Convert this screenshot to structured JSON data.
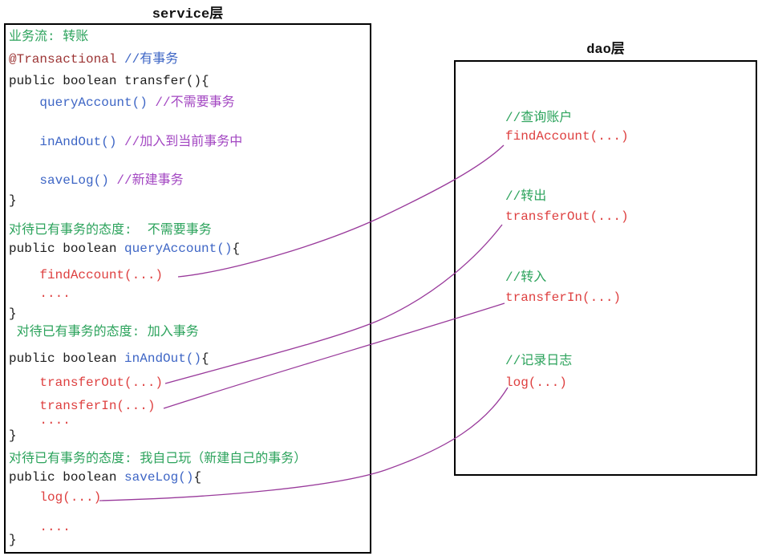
{
  "diagram": {
    "colors": {
      "green": "#2ca35c",
      "red": "#de4040",
      "darkred": "#9c3434",
      "blue": "#3d65c5",
      "purple": "#a347c2",
      "black": "#1c1c1c",
      "connector": "#993a9b"
    },
    "service_box": {
      "title": "service层",
      "lines": [
        {
          "segments": [
            {
              "text": "业务流: 转账",
              "role": "green"
            }
          ]
        },
        {
          "segments": [
            {
              "text": "@Transactional",
              "role": "darkred"
            },
            {
              "text": " //有事务",
              "role": "blue"
            }
          ]
        },
        {
          "segments": [
            {
              "text": "public boolean transfer(){",
              "role": "black"
            }
          ]
        },
        {
          "segments": [
            {
              "text": "    queryAccount()",
              "role": "blue"
            },
            {
              "text": " //不需要事务",
              "role": "purple"
            }
          ]
        },
        {
          "segments": [
            {
              "text": "    inAndOut()",
              "role": "blue"
            },
            {
              "text": " //加入到当前事务中",
              "role": "purple"
            }
          ]
        },
        {
          "segments": [
            {
              "text": "    saveLog()",
              "role": "blue"
            },
            {
              "text": " //新建事务",
              "role": "purple"
            }
          ]
        },
        {
          "segments": [
            {
              "text": "}",
              "role": "black"
            }
          ]
        },
        {
          "segments": [
            {
              "text": "对待已有事务的态度:  不需要事务",
              "role": "green"
            }
          ]
        },
        {
          "segments": [
            {
              "text": "public boolean ",
              "role": "black"
            },
            {
              "text": "queryAccount()",
              "role": "blue"
            },
            {
              "text": "{",
              "role": "black"
            }
          ]
        },
        {
          "segments": [
            {
              "text": "    findAccount(...)",
              "role": "red"
            }
          ]
        },
        {
          "segments": [
            {
              "text": "    ....",
              "role": "red"
            }
          ]
        },
        {
          "segments": [
            {
              "text": "}",
              "role": "black"
            }
          ]
        },
        {
          "segments": [
            {
              "text": " 对待已有事务的态度: 加入事务",
              "role": "green"
            }
          ]
        },
        {
          "segments": [
            {
              "text": "public boolean ",
              "role": "black"
            },
            {
              "text": "inAndOut()",
              "role": "blue"
            },
            {
              "text": "{",
              "role": "black"
            }
          ]
        },
        {
          "segments": [
            {
              "text": "    transferOut(...)",
              "role": "red"
            }
          ]
        },
        {
          "segments": [
            {
              "text": "    transferIn(...)",
              "role": "red"
            }
          ]
        },
        {
          "segments": [
            {
              "text": "    ....",
              "role": "red"
            }
          ]
        },
        {
          "segments": [
            {
              "text": "}",
              "role": "black"
            }
          ]
        },
        {
          "segments": [
            {
              "text": "对待已有事务的态度: 我自己玩（新建自己的事务）",
              "role": "green"
            }
          ]
        },
        {
          "segments": [
            {
              "text": "public boolean ",
              "role": "black"
            },
            {
              "text": "saveLog()",
              "role": "blue"
            },
            {
              "text": "{",
              "role": "black"
            }
          ]
        },
        {
          "segments": [
            {
              "text": "    log(...)",
              "role": "red"
            }
          ]
        },
        {
          "segments": [
            {
              "text": "    ....",
              "role": "red"
            }
          ]
        },
        {
          "segments": [
            {
              "text": "}",
              "role": "black"
            }
          ]
        }
      ]
    },
    "dao_box": {
      "title": "dao层",
      "items": [
        {
          "comment": "//查询账户",
          "method": "findAccount(...)"
        },
        {
          "comment": "//转出",
          "method": "transferOut(...)"
        },
        {
          "comment": "//转入",
          "method": "transferIn(...)"
        },
        {
          "comment": "//记录日志",
          "method": "log(...)"
        }
      ]
    },
    "connectors": [
      {
        "from": "service.findAccount(...)",
        "to": "dao.findAccount(...)"
      },
      {
        "from": "service.transferOut(...)",
        "to": "dao.transferOut(...)"
      },
      {
        "from": "service.transferIn(...)",
        "to": "dao.transferIn(...)"
      },
      {
        "from": "service.log(...)",
        "to": "dao.log(...)"
      }
    ]
  }
}
